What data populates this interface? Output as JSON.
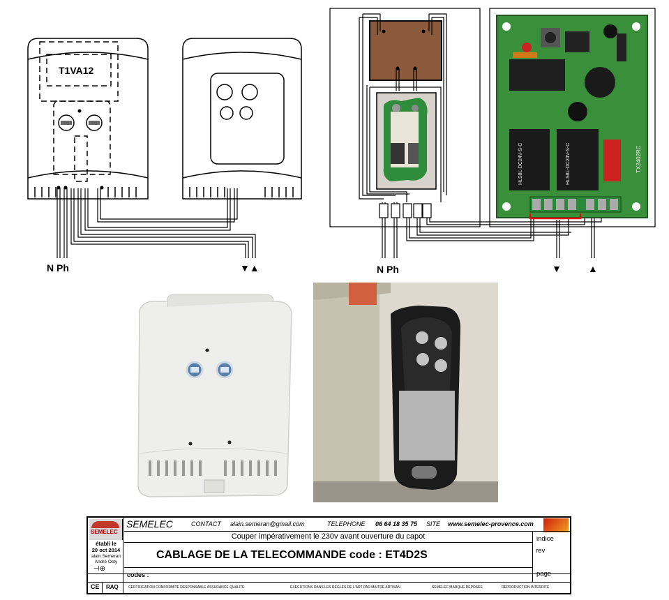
{
  "wiring": {
    "left_receiver_label": "T1VA12",
    "left_feed_label": "N Ph",
    "left_output_arrows": "▼▲",
    "right_feed_label": "N Ph",
    "right_arrow_down": "▼",
    "right_arrow_up": "▲",
    "pcb_relay_text_1": "HLS8L-DC24V-S-C",
    "pcb_relay_text_2": "HLS8L-DC24V-S-C",
    "pcb_label": "TX2402RC"
  },
  "title_block": {
    "company": "SEMELEC",
    "logo_text": "SEMELEC",
    "contact_label": "CONTACT",
    "contact_email": "alain.semeran@gmail.com",
    "phone_label": "TELEPHONE",
    "phone_number": "06 64 18 35 75",
    "site_label": "SITE",
    "site_url": "www.semelec-provence.com",
    "established_label": "établi le",
    "established_date": "20 oct 2014",
    "author_1": "alain Semeran",
    "author_2": "André Osty",
    "warning": "Couper impérativement le 230v avant ouverture du capot",
    "main_title": "CABLAGE DE LA TELECOMMANDE  code  : ET4D2S",
    "codes_label": "codes :",
    "indice_label": "indice",
    "rev_label": "rev",
    "page_label": "page",
    "ce_mark": "CE",
    "raq_mark": "RAQ",
    "footer_1": "CERTIFICATION CONFORMITE RESPONSABLE ASSURANCE QUALITE",
    "footer_2": "EXECUTIONS DANS LES REGLES DE L'ART PAR MAITRE ARTISAN",
    "footer_3": "SEMELEC MARQUE DEPOSEE",
    "footer_4": "REPRODUCTION INTERDITE"
  }
}
